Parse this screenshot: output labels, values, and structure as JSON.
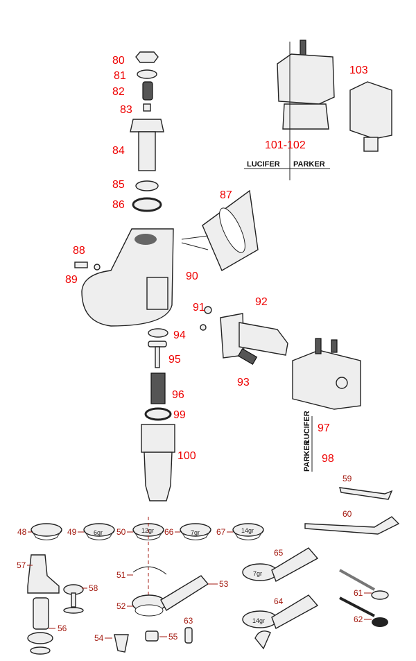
{
  "diagram": {
    "upper_labels": [
      "80",
      "81",
      "82",
      "83",
      "84",
      "85",
      "86",
      "87",
      "88",
      "89",
      "90",
      "91",
      "92",
      "93",
      "94",
      "95",
      "96",
      "99",
      "100",
      "97",
      "98",
      "101-102",
      "103"
    ],
    "brand_captions": {
      "left": "LUCIFER",
      "right": "PARKER",
      "vertical_top": "LUCIFER",
      "vertical_bottom": "PARKER"
    },
    "lower_labels": [
      "48",
      "49",
      "50",
      "66",
      "67",
      "59",
      "60",
      "57",
      "51",
      "53",
      "65",
      "58",
      "52",
      "64",
      "61",
      "62",
      "56",
      "54",
      "55",
      "63"
    ],
    "basket_marks": {
      "b49": "6gr",
      "b50": "12gr",
      "b66": "7gr",
      "b67": "14gr",
      "h65": "7gr",
      "h64": "14gr"
    },
    "colors": {
      "upper_label": "#ee0000",
      "lower_label": "#a31a10"
    }
  }
}
